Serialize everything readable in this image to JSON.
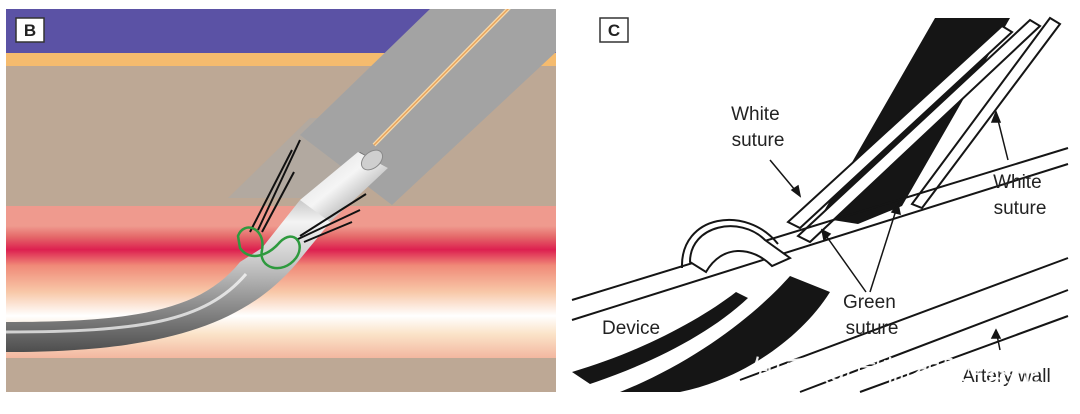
{
  "panel_b": {
    "letter": "B",
    "colors": {
      "top_band": "#5b52a5",
      "orange_band": "#f5bb6e",
      "tissue": "#bda895",
      "pink_band": "#ef9a8e",
      "red_stripe": "#dd2050",
      "device": "#bdbdbd",
      "suture_green": "#2e9a3e"
    }
  },
  "panel_c": {
    "letter": "C",
    "labels": {
      "white_suture_left": [
        "White",
        "suture"
      ],
      "white_suture_right": [
        "White",
        "suture"
      ],
      "green_suture": [
        "Green",
        "suture"
      ],
      "device": "Device",
      "artery_wall": "Artery wall"
    }
  },
  "watermark": "知乎 @富临塑胶-黎生"
}
